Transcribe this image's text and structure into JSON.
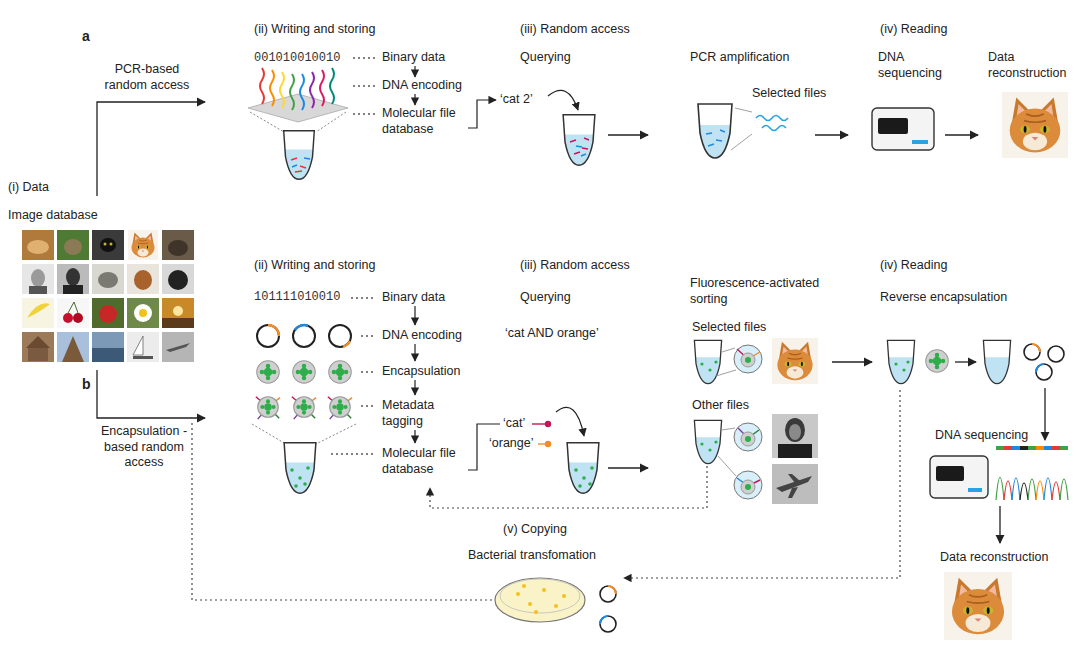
{
  "diagram": {
    "labels": [
      "a",
      "PCR-based random access",
      "(ii) Writing and storing",
      "001010010010",
      "Binary data",
      "DNA encoding",
      "Molecular file database",
      "(iii) Random access",
      "Querying",
      "‘cat 2’",
      "PCR amplification",
      "Selected files",
      "(iv) Reading",
      "DNA sequencing",
      "Data reconstruction",
      "(i) Data",
      "Image database",
      "b",
      "Encapsulation -based random access",
      "(ii) Writing and storing",
      "101111010010",
      "Binary data",
      "DNA encoding",
      "Encapsulation",
      "Metadata tagging",
      "Molecular file database",
      "(iii) Random access",
      "Querying",
      "‘cat AND orange’",
      "‘cat’",
      "‘orange’",
      "Fluorescence-activated sorting",
      "Selected files",
      "Other files",
      "(iv) Reading",
      "Reverse encapsulation",
      "DNA sequencing",
      "Data reconstruction",
      "(v) Copying",
      "Bacterial transfomation"
    ]
  }
}
